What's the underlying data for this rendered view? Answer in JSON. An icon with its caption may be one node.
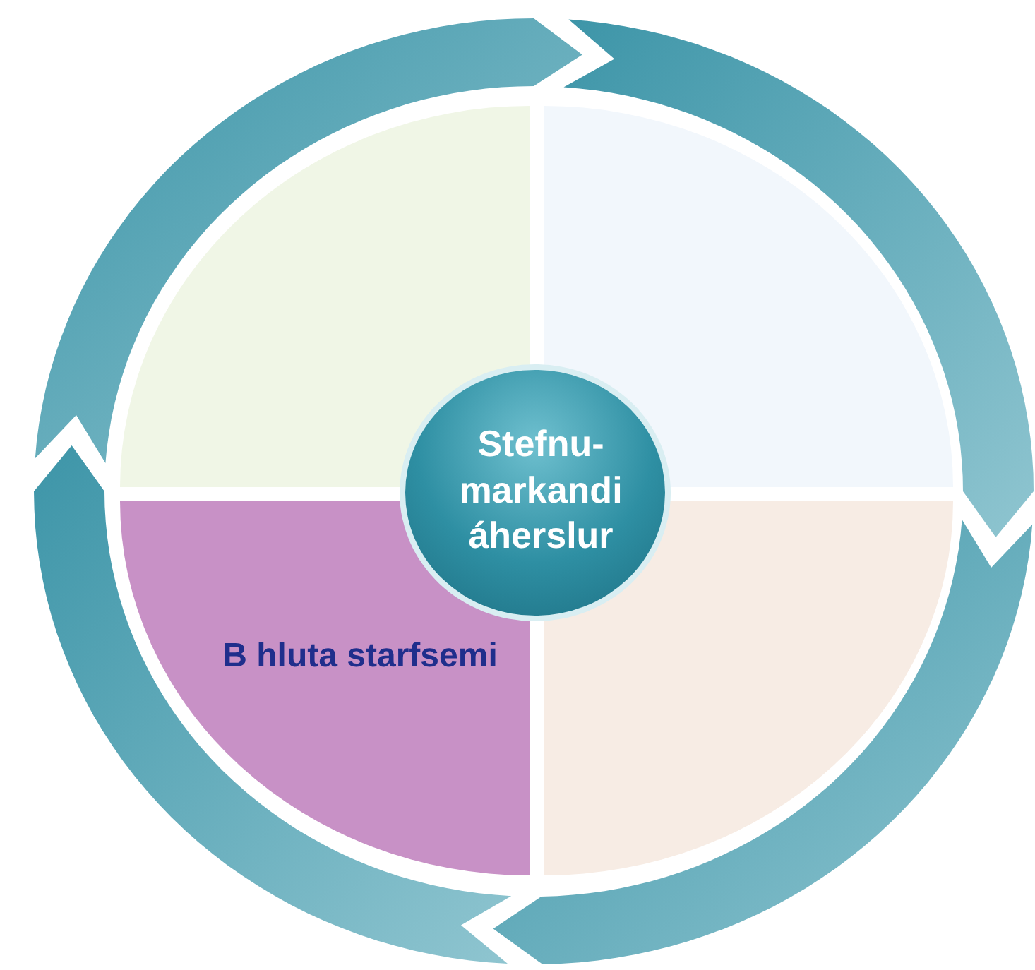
{
  "diagram": {
    "nodes": [
      {
        "text": [],
        "shape": "sector"
      },
      {
        "text": [],
        "shape": "sector"
      },
      {
        "text": [
          "B hluta starfsemi"
        ]
      },
      {
        "text": [],
        "shape": "sector"
      },
      {
        "text": [
          "Stefnu- markandi áherslur"
        ]
      }
    ]
  }
}
